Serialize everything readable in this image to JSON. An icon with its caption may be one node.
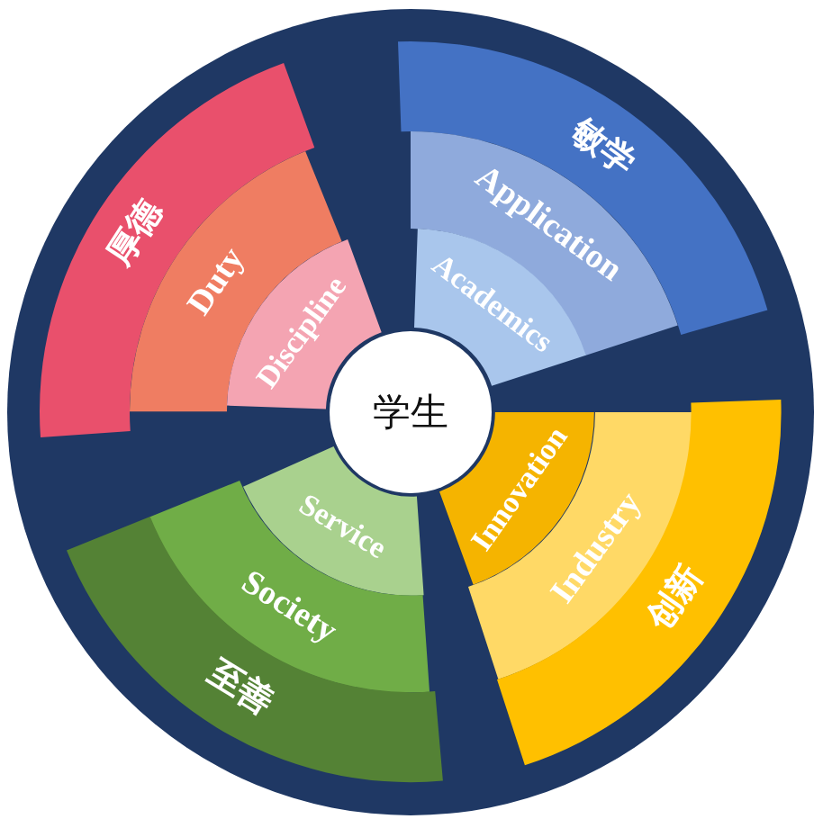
{
  "diagram": {
    "nodes": [
      {
        "text": [
          "学生"
        ]
      },
      {
        "text": [
          "厚德"
        ]
      },
      {
        "text": [
          "Duty"
        ]
      },
      {
        "text": [
          "Discipline"
        ]
      },
      {
        "text": [
          "敏学"
        ]
      },
      {
        "text": [
          "Application"
        ]
      },
      {
        "text": [
          "Academics"
        ]
      },
      {
        "text": [
          "Innovation"
        ]
      },
      {
        "text": [
          "Industry"
        ]
      },
      {
        "text": [
          "创新"
        ]
      },
      {
        "text": [
          "Service"
        ]
      },
      {
        "text": [
          "Society"
        ]
      },
      {
        "text": [
          "至善"
        ]
      }
    ]
  }
}
